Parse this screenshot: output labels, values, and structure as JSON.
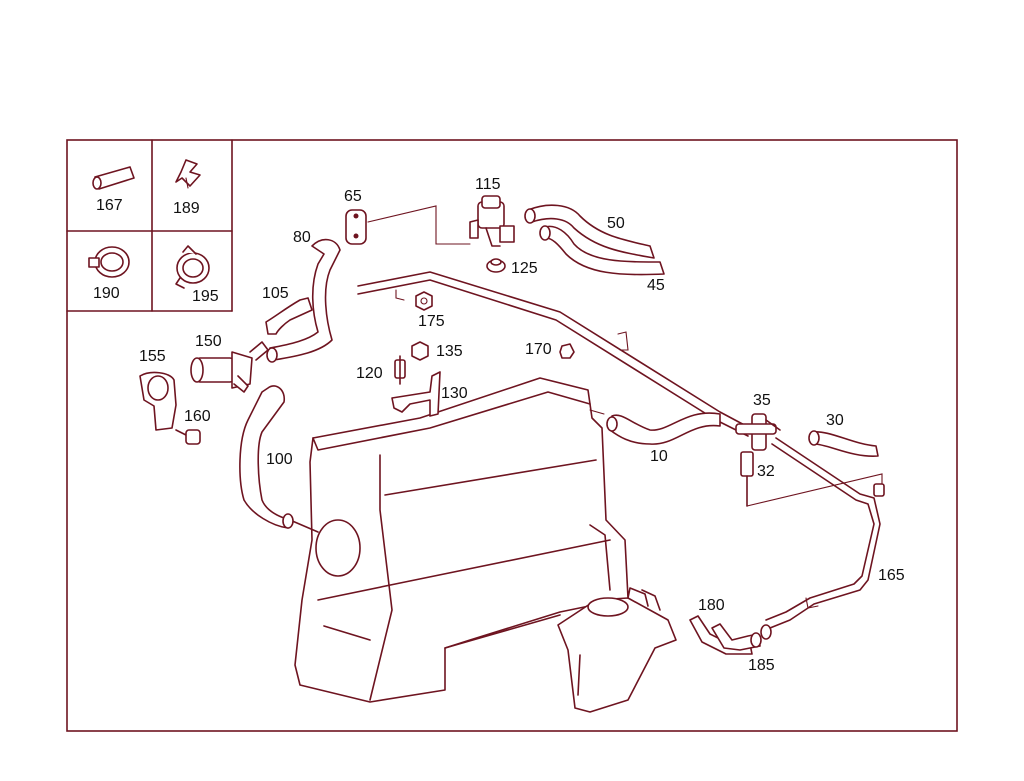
{
  "colors": {
    "line": "#6e1420",
    "text": "#111111",
    "background": "#ffffff"
  },
  "legend": {
    "cells": [
      {
        "label": "167",
        "icon": "hose-sleeve-icon"
      },
      {
        "label": "189",
        "icon": "clip-icon"
      },
      {
        "label": "190",
        "icon": "hose-clamp-icon"
      },
      {
        "label": "195",
        "icon": "spring-clamp-icon"
      }
    ]
  },
  "callouts": {
    "p10": "10",
    "p30": "30",
    "p32": "32",
    "p35": "35",
    "p45": "45",
    "p50": "50",
    "p65": "65",
    "p80": "80",
    "p100": "100",
    "p105": "105",
    "p115": "115",
    "p120": "120",
    "p125": "125",
    "p130": "130",
    "p135": "135",
    "p150": "150",
    "p155": "155",
    "p160": "160",
    "p165": "165",
    "p170": "170",
    "p175": "175",
    "p180": "180",
    "p185": "185"
  }
}
